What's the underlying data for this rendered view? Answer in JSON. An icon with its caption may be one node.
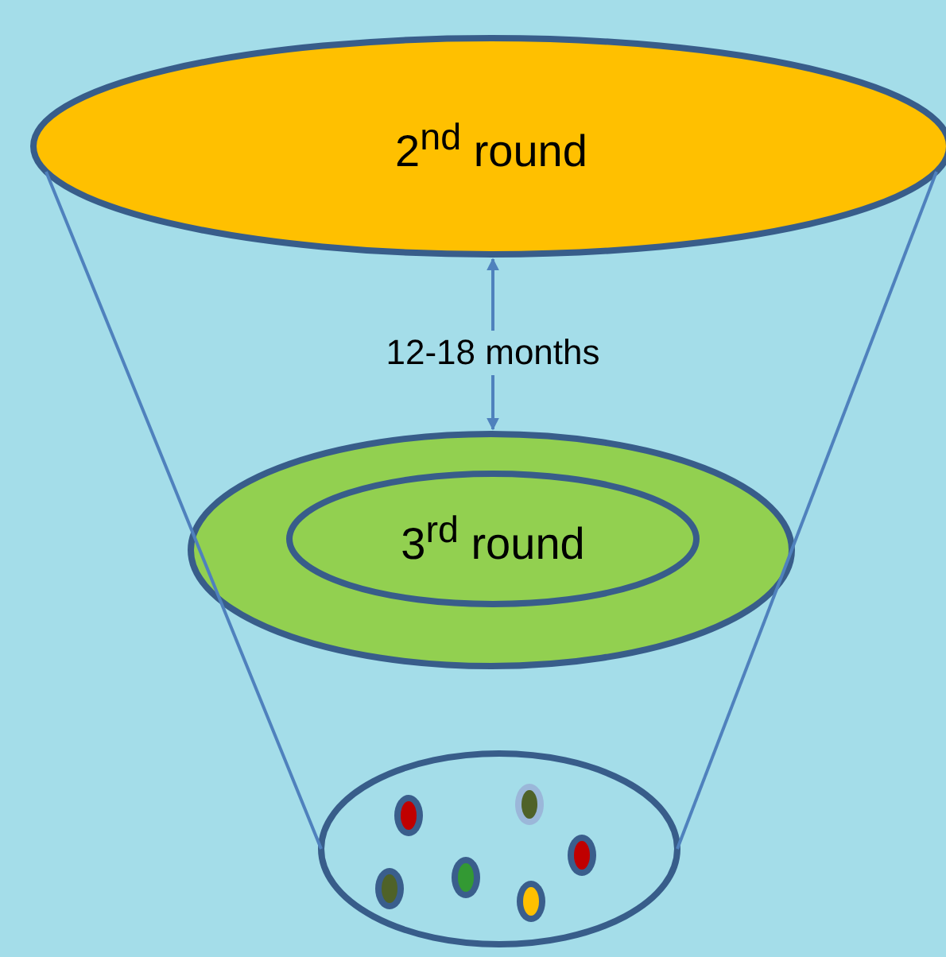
{
  "diagram": {
    "nodes": [
      {
        "text": [
          "2$^{nd}$ round"
        ]
      },
      {
        "text": [
          "12-18 months"
        ]
      },
      {
        "text": [],
        "shape": "ellipse"
      },
      {
        "text": [
          "3$^{rd}$ round"
        ],
        "in": 2
      },
      {
        "text": [],
        "shape": "ellipse"
      },
      {
        "text": [],
        "shape": "ellipse",
        "in": 4
      },
      {
        "text": [],
        "shape": "ellipse",
        "in": 4
      },
      {
        "text": [],
        "shape": "ellipse",
        "in": 4
      },
      {
        "text": [],
        "shape": "ellipse",
        "in": 4
      },
      {
        "text": [],
        "shape": "ellipse",
        "in": 4
      },
      {
        "text": [],
        "shape": "ellipse",
        "in": 4
      }
    ],
    "edges": [
      {
        "from": 1,
        "to": 0,
        "arrow": "to"
      },
      {
        "from": 1,
        "to": 2,
        "arrow": "to"
      },
      {
        "from": 0,
        "to": 4,
        "arrow": "none"
      },
      {
        "from": 0,
        "to": 4,
        "arrow": "none"
      }
    ]
  }
}
